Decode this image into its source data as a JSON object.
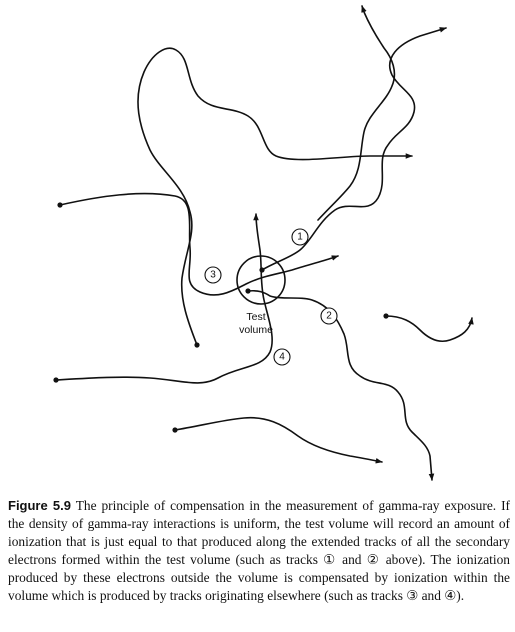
{
  "diagram": {
    "test_volume_label_line1": "Test",
    "test_volume_label_line2": "volume",
    "track_labels": [
      "1",
      "2",
      "3",
      "4"
    ]
  },
  "caption": {
    "figure_label": "Figure 5.9",
    "text": "The principle of compensation in the measurement of gamma-ray exposure. If the density of gamma-ray interactions is uniform, the test volume will record an amount of ionization that is just equal to that produced along the extended tracks of all the secondary electrons formed within the test volume (such as tracks ① and ② above). The ionization produced by these electrons outside the volume is compensated by ionization within the volume which is produced by tracks originating elsewhere (such as tracks ③ and ④)."
  }
}
